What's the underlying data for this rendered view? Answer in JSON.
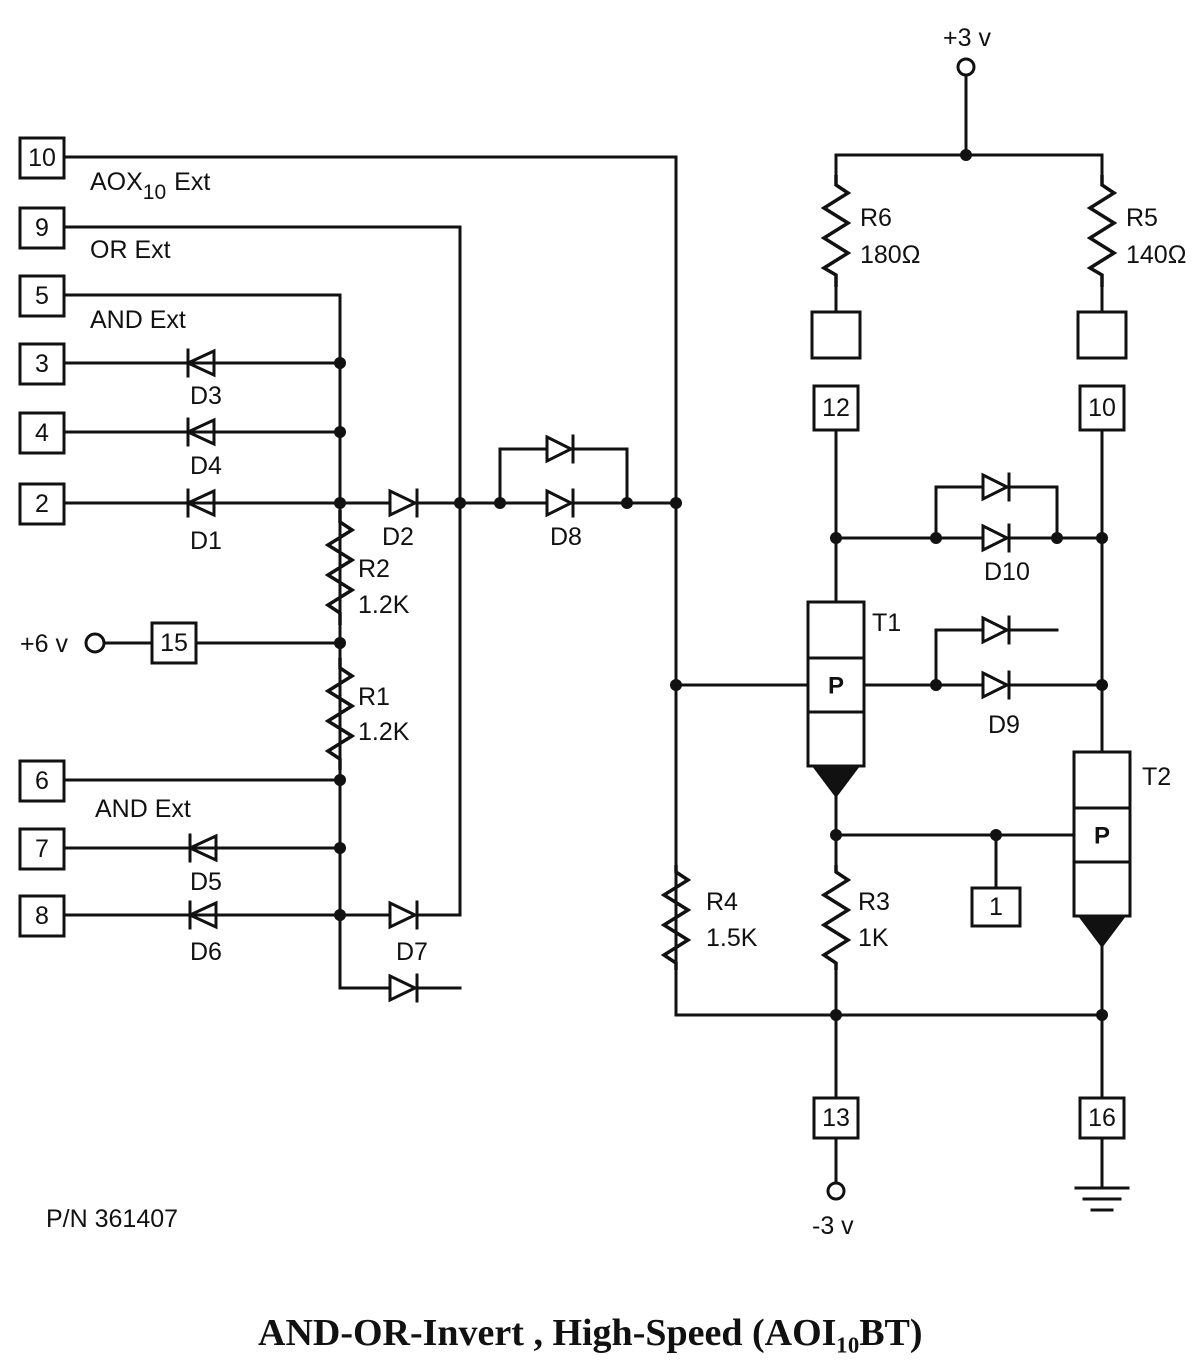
{
  "supplies": {
    "plus3": "+3 v",
    "plus6": "+6 v",
    "minus3": "-3 v"
  },
  "pins": {
    "p10": "10",
    "p9": "9",
    "p5": "5",
    "p3": "3",
    "p4": "4",
    "p2": "2",
    "p15": "15",
    "p6": "6",
    "p7": "7",
    "p8": "8",
    "p12": "12",
    "p10b": "10",
    "p1": "1",
    "p13": "13",
    "p16": "16"
  },
  "labels": {
    "aox_main": "AOX",
    "aox_sub": "10",
    "aox_ext": "Ext",
    "or_ext": "OR Ext",
    "and_ext_top": "AND Ext",
    "and_ext_bottom": "AND Ext"
  },
  "components": {
    "d1": "D1",
    "d2": "D2",
    "d3": "D3",
    "d4": "D4",
    "d5": "D5",
    "d6": "D6",
    "d7": "D7",
    "d8": "D8",
    "d9": "D9",
    "d10": "D10",
    "r1": "R1",
    "r1_val": "1.2K",
    "r2": "R2",
    "r2_val": "1.2K",
    "r3": "R3",
    "r3_val": "1K",
    "r4": "R4",
    "r4_val": "1.5K",
    "r5": "R5",
    "r5_val": "140Ω",
    "r6": "R6",
    "r6_val": "180Ω",
    "t1": "T1",
    "t2": "T2",
    "t1_p": "P",
    "t2_p": "P"
  },
  "part_number": "P/N 361407",
  "title": "AND-OR-Invert ,  High-Speed  (AOI₁₀BT)"
}
